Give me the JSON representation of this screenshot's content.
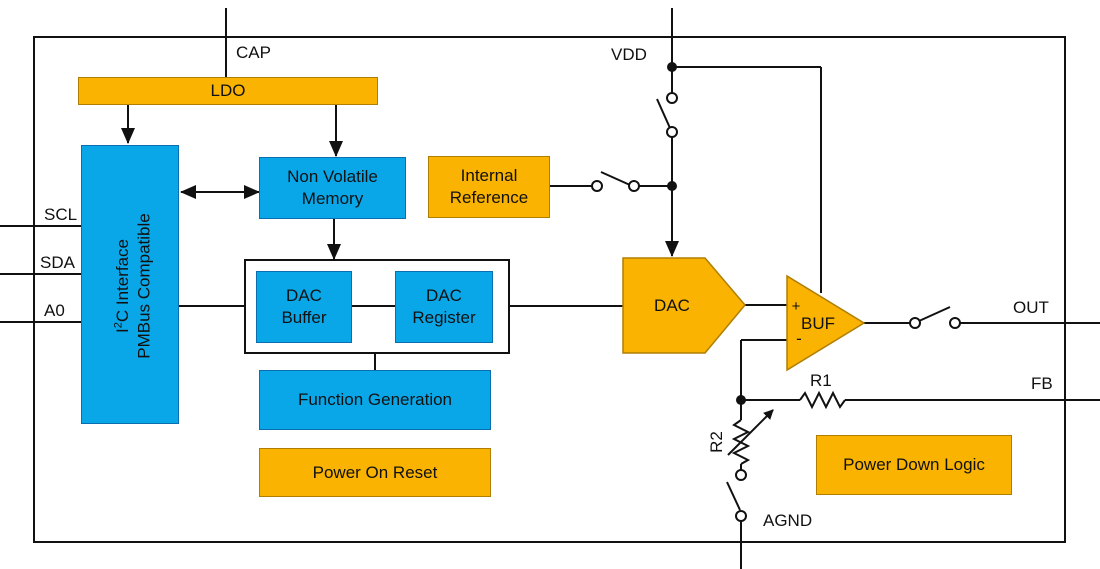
{
  "pins": {
    "cap": "CAP",
    "vdd": "VDD",
    "scl": "SCL",
    "sda": "SDA",
    "a0": "A0",
    "out": "OUT",
    "fb": "FB",
    "agnd": "AGND"
  },
  "blocks": {
    "ldo": "LDO",
    "i2c_line1_prefix": "I",
    "i2c_line1_sup": "2",
    "i2c_line1_rest": "C Interface",
    "i2c_line2": "PMBus Compatible",
    "nvm_line1": "Non Volatile",
    "nvm_line2": "Memory",
    "internal_ref_line1": "Internal",
    "internal_ref_line2": "Reference",
    "dac_buffer_line1": "DAC",
    "dac_buffer_line2": "Buffer",
    "dac_register_line1": "DAC",
    "dac_register_line2": "Register",
    "dac": "DAC",
    "buf": "BUF",
    "buf_plus": "+",
    "buf_minus": "-",
    "function_generation": "Function Generation",
    "power_on_reset": "Power On Reset",
    "power_down_logic": "Power Down Logic"
  },
  "components": {
    "r1": "R1",
    "r2": "R2"
  },
  "colors": {
    "blue_block": "#0aa7e8",
    "orange_block": "#f9b300",
    "wire": "#111111"
  }
}
